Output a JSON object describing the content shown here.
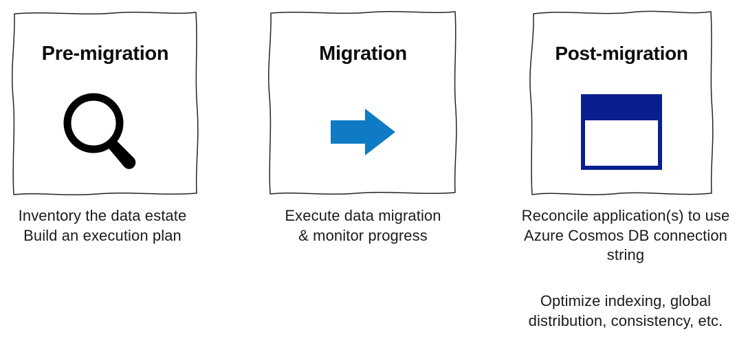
{
  "meta": {
    "title": "Migration phases",
    "background": "#FFFFFF"
  },
  "colors": {
    "panel_border": "#242424",
    "panel_fill": "#FFFFFF",
    "heading_text": "#0D0D0D",
    "caption_text": "#1B1B1B",
    "magnifier_icon": "#000000",
    "arrow_icon": "#0F7BC4",
    "window_icon": "#0A1F8F",
    "window_icon_body": "#FFFFFF"
  },
  "phases": [
    {
      "id": "pre-migration",
      "title": "Pre-migration",
      "icon": "magnifier-icon",
      "caption_lines": [
        "Inventory the data estate",
        "Build an execution plan"
      ],
      "caption_secondary_lines": []
    },
    {
      "id": "migration",
      "title": "Migration",
      "icon": "right-arrow-icon",
      "caption_lines": [
        "Execute data migration",
        "& monitor progress"
      ],
      "caption_secondary_lines": []
    },
    {
      "id": "post-migration",
      "title": "Post-migration",
      "icon": "application-window-icon",
      "caption_lines": [
        "Reconcile application(s) to use",
        "Azure Cosmos DB connection",
        "string"
      ],
      "caption_secondary_lines": [
        "Optimize indexing, global",
        "distribution, consistency, etc."
      ]
    }
  ]
}
